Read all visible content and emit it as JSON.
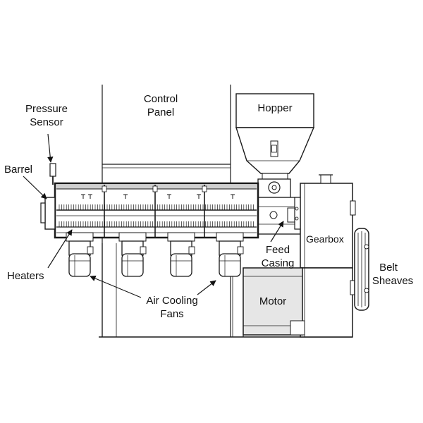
{
  "labels": {
    "pressure_sensor": [
      "Pressure",
      "Sensor"
    ],
    "control_panel": [
      "Control",
      "Panel"
    ],
    "hopper": "Hopper",
    "barrel": "Barrel",
    "gearbox": "Gearbox",
    "feed_casing": [
      "Feed",
      "Casing"
    ],
    "belt_sheaves": [
      "Belt",
      "Sheaves"
    ],
    "heaters": "Heaters",
    "air_cooling_fans": [
      "Air Cooling",
      "Fans"
    ],
    "motor": "Motor"
  },
  "colors": {
    "line": "#1a1a1a",
    "shade": "#d9d9d9",
    "motor_fill": "#e6e6e6",
    "background": "#ffffff"
  }
}
